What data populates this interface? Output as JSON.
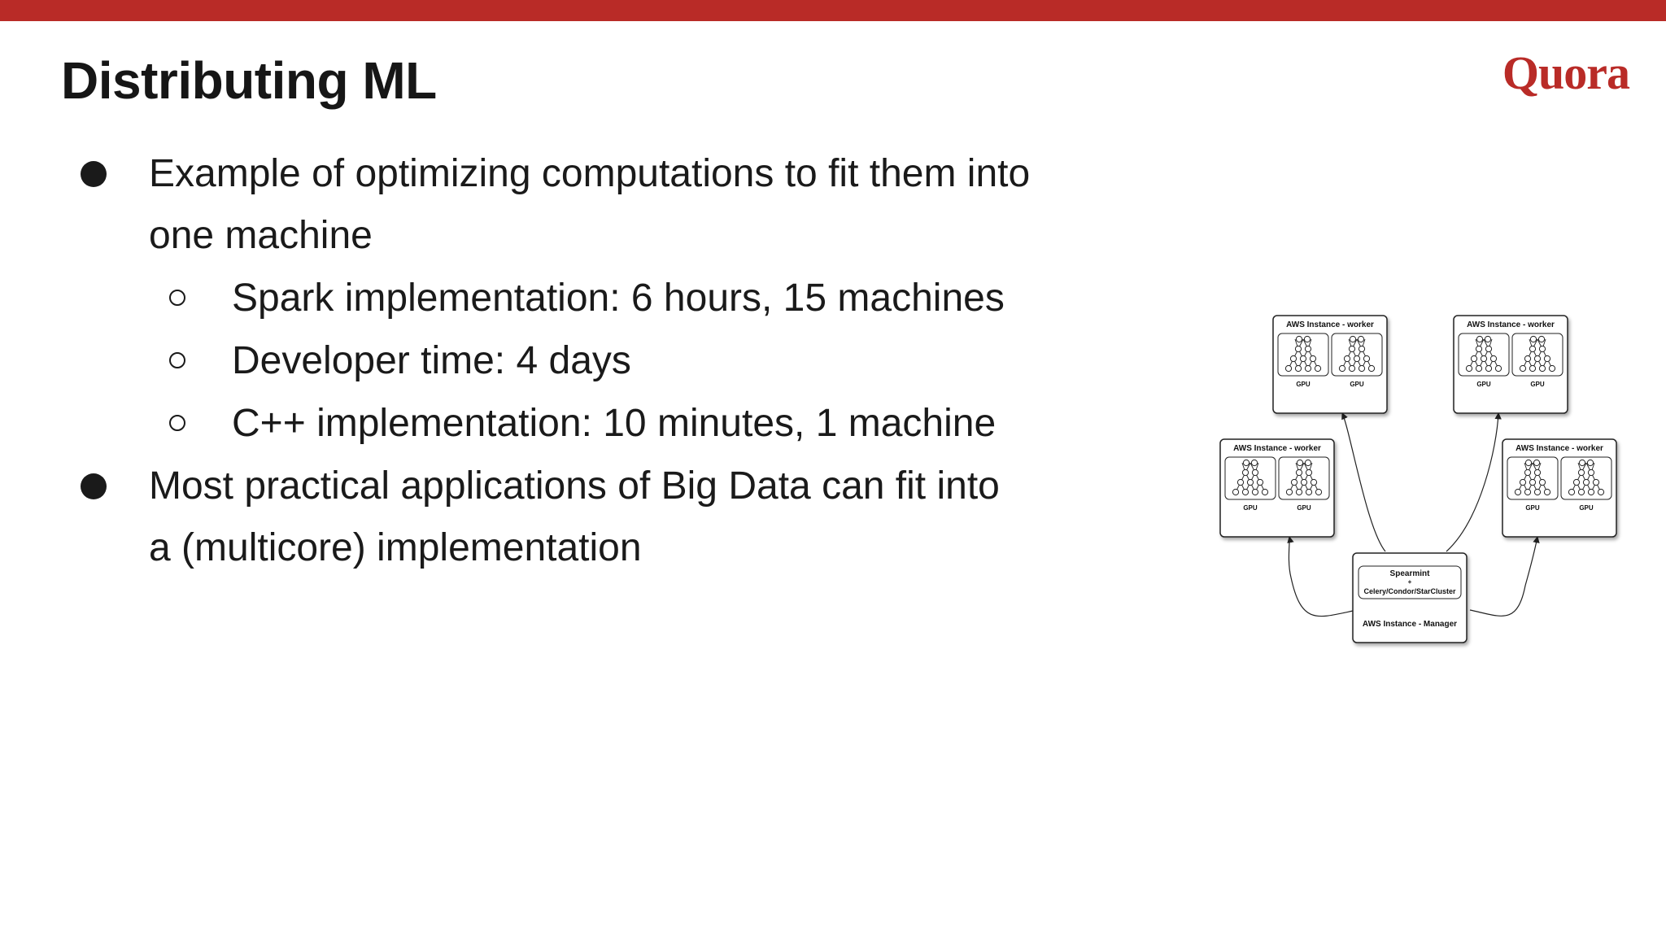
{
  "slide": {
    "title": "Distributing ML",
    "logo": "Quora",
    "accent_color": "#b92b27",
    "bullets": [
      {
        "line1": "Example of optimizing computations to fit them into",
        "line2": "one machine",
        "sub": [
          "Spark implementation: 6 hours, 15 machines",
          "Developer time: 4 days",
          "C++ implementation: 10 minutes, 1 machine"
        ]
      },
      {
        "line1": "Most practical applications of Big Data can fit into",
        "line2": "a (multicore) implementation"
      }
    ]
  },
  "diagram": {
    "worker_label": "AWS Instance - worker",
    "gpu_label": "GPU",
    "manager_line1": "Spearmint",
    "manager_plus": "+",
    "manager_line2": "Celery/Condor/StarCluster",
    "manager_label": "AWS Instance - Manager"
  }
}
